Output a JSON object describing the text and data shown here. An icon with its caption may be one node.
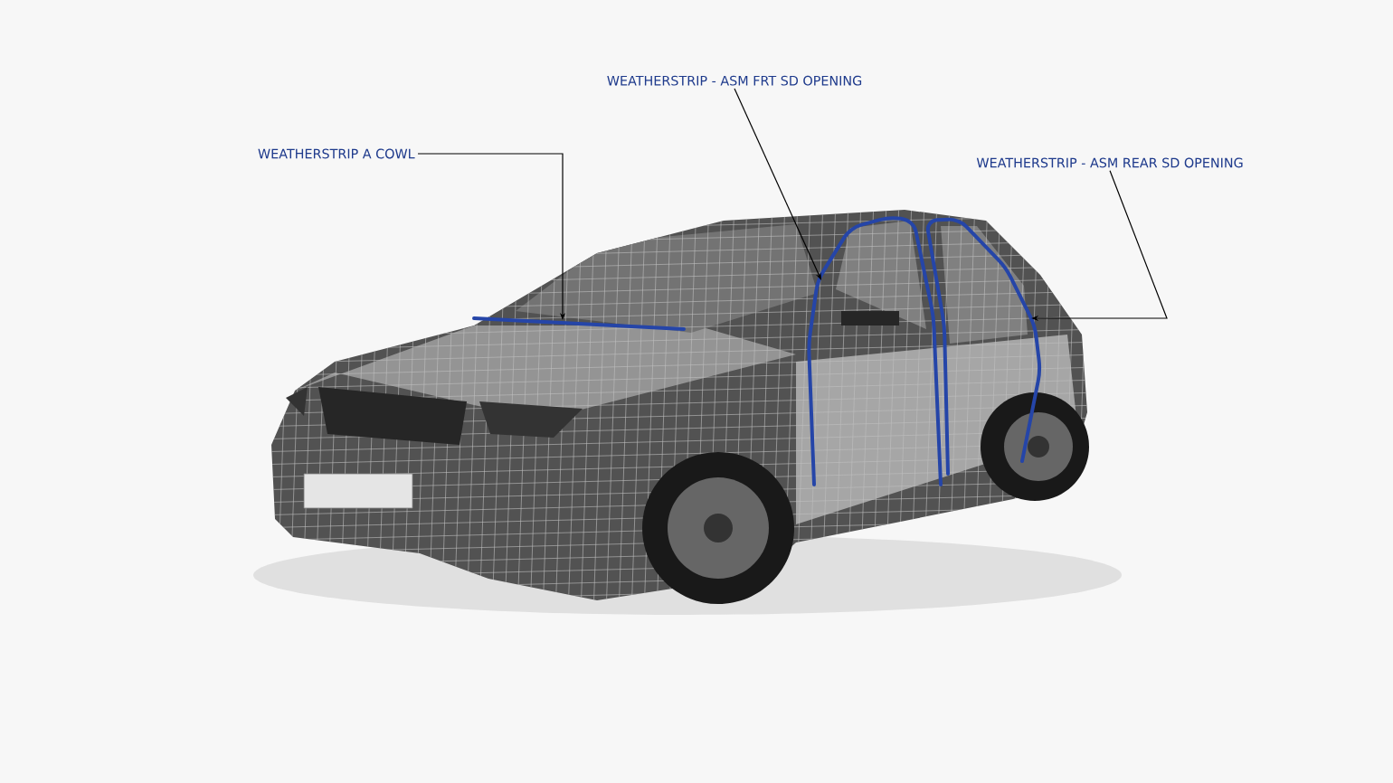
{
  "diagram": {
    "nodes": [
      {
        "text": [
          "WEATHERSTRIP A COWL"
        ]
      },
      {
        "text": [
          "WEATHERSTRIP - ASM FRT SD OPENING"
        ]
      },
      {
        "text": [
          "WEATHERSTRIP - ASM REAR SD OPENING"
        ]
      }
    ],
    "edges": [
      {
        "from": 0,
        "to": null,
        "arrow": "to"
      },
      {
        "from": 1,
        "to": null,
        "arrow": "to"
      },
      {
        "from": 2,
        "to": null,
        "arrow": "to"
      }
    ]
  }
}
